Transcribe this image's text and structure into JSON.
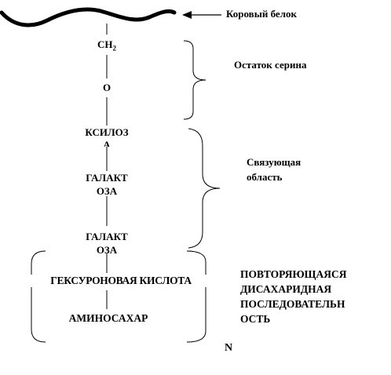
{
  "labels": {
    "core_protein": "Коровый белок",
    "serine_residue": "Остаток серина",
    "linker_region": "Связующая\nобласть",
    "repeating_disaccharide": "ПОВТОРЯЮЩАЯСЯ\nДИСАХАРИДНАЯ\nПОСЛЕДОВАТЕЛЬН\nОСТЬ",
    "repeat_count": "N"
  },
  "chain": {
    "ch2": "CH",
    "ch2_sub": "2",
    "oxygen": "O",
    "xylose": "КСИЛОЗ",
    "xylose_cut": "А",
    "galactose1": "ГАЛАКТ",
    "galactose1_cut": "ОЗА",
    "galactose2": "ГАЛАКТ",
    "galactose2_cut": "ОЗА",
    "hexuronic_acid": "ГЕКСУРОНОВАЯ КИСЛОТА",
    "aminosugar": "АМИНОСАХАР"
  }
}
